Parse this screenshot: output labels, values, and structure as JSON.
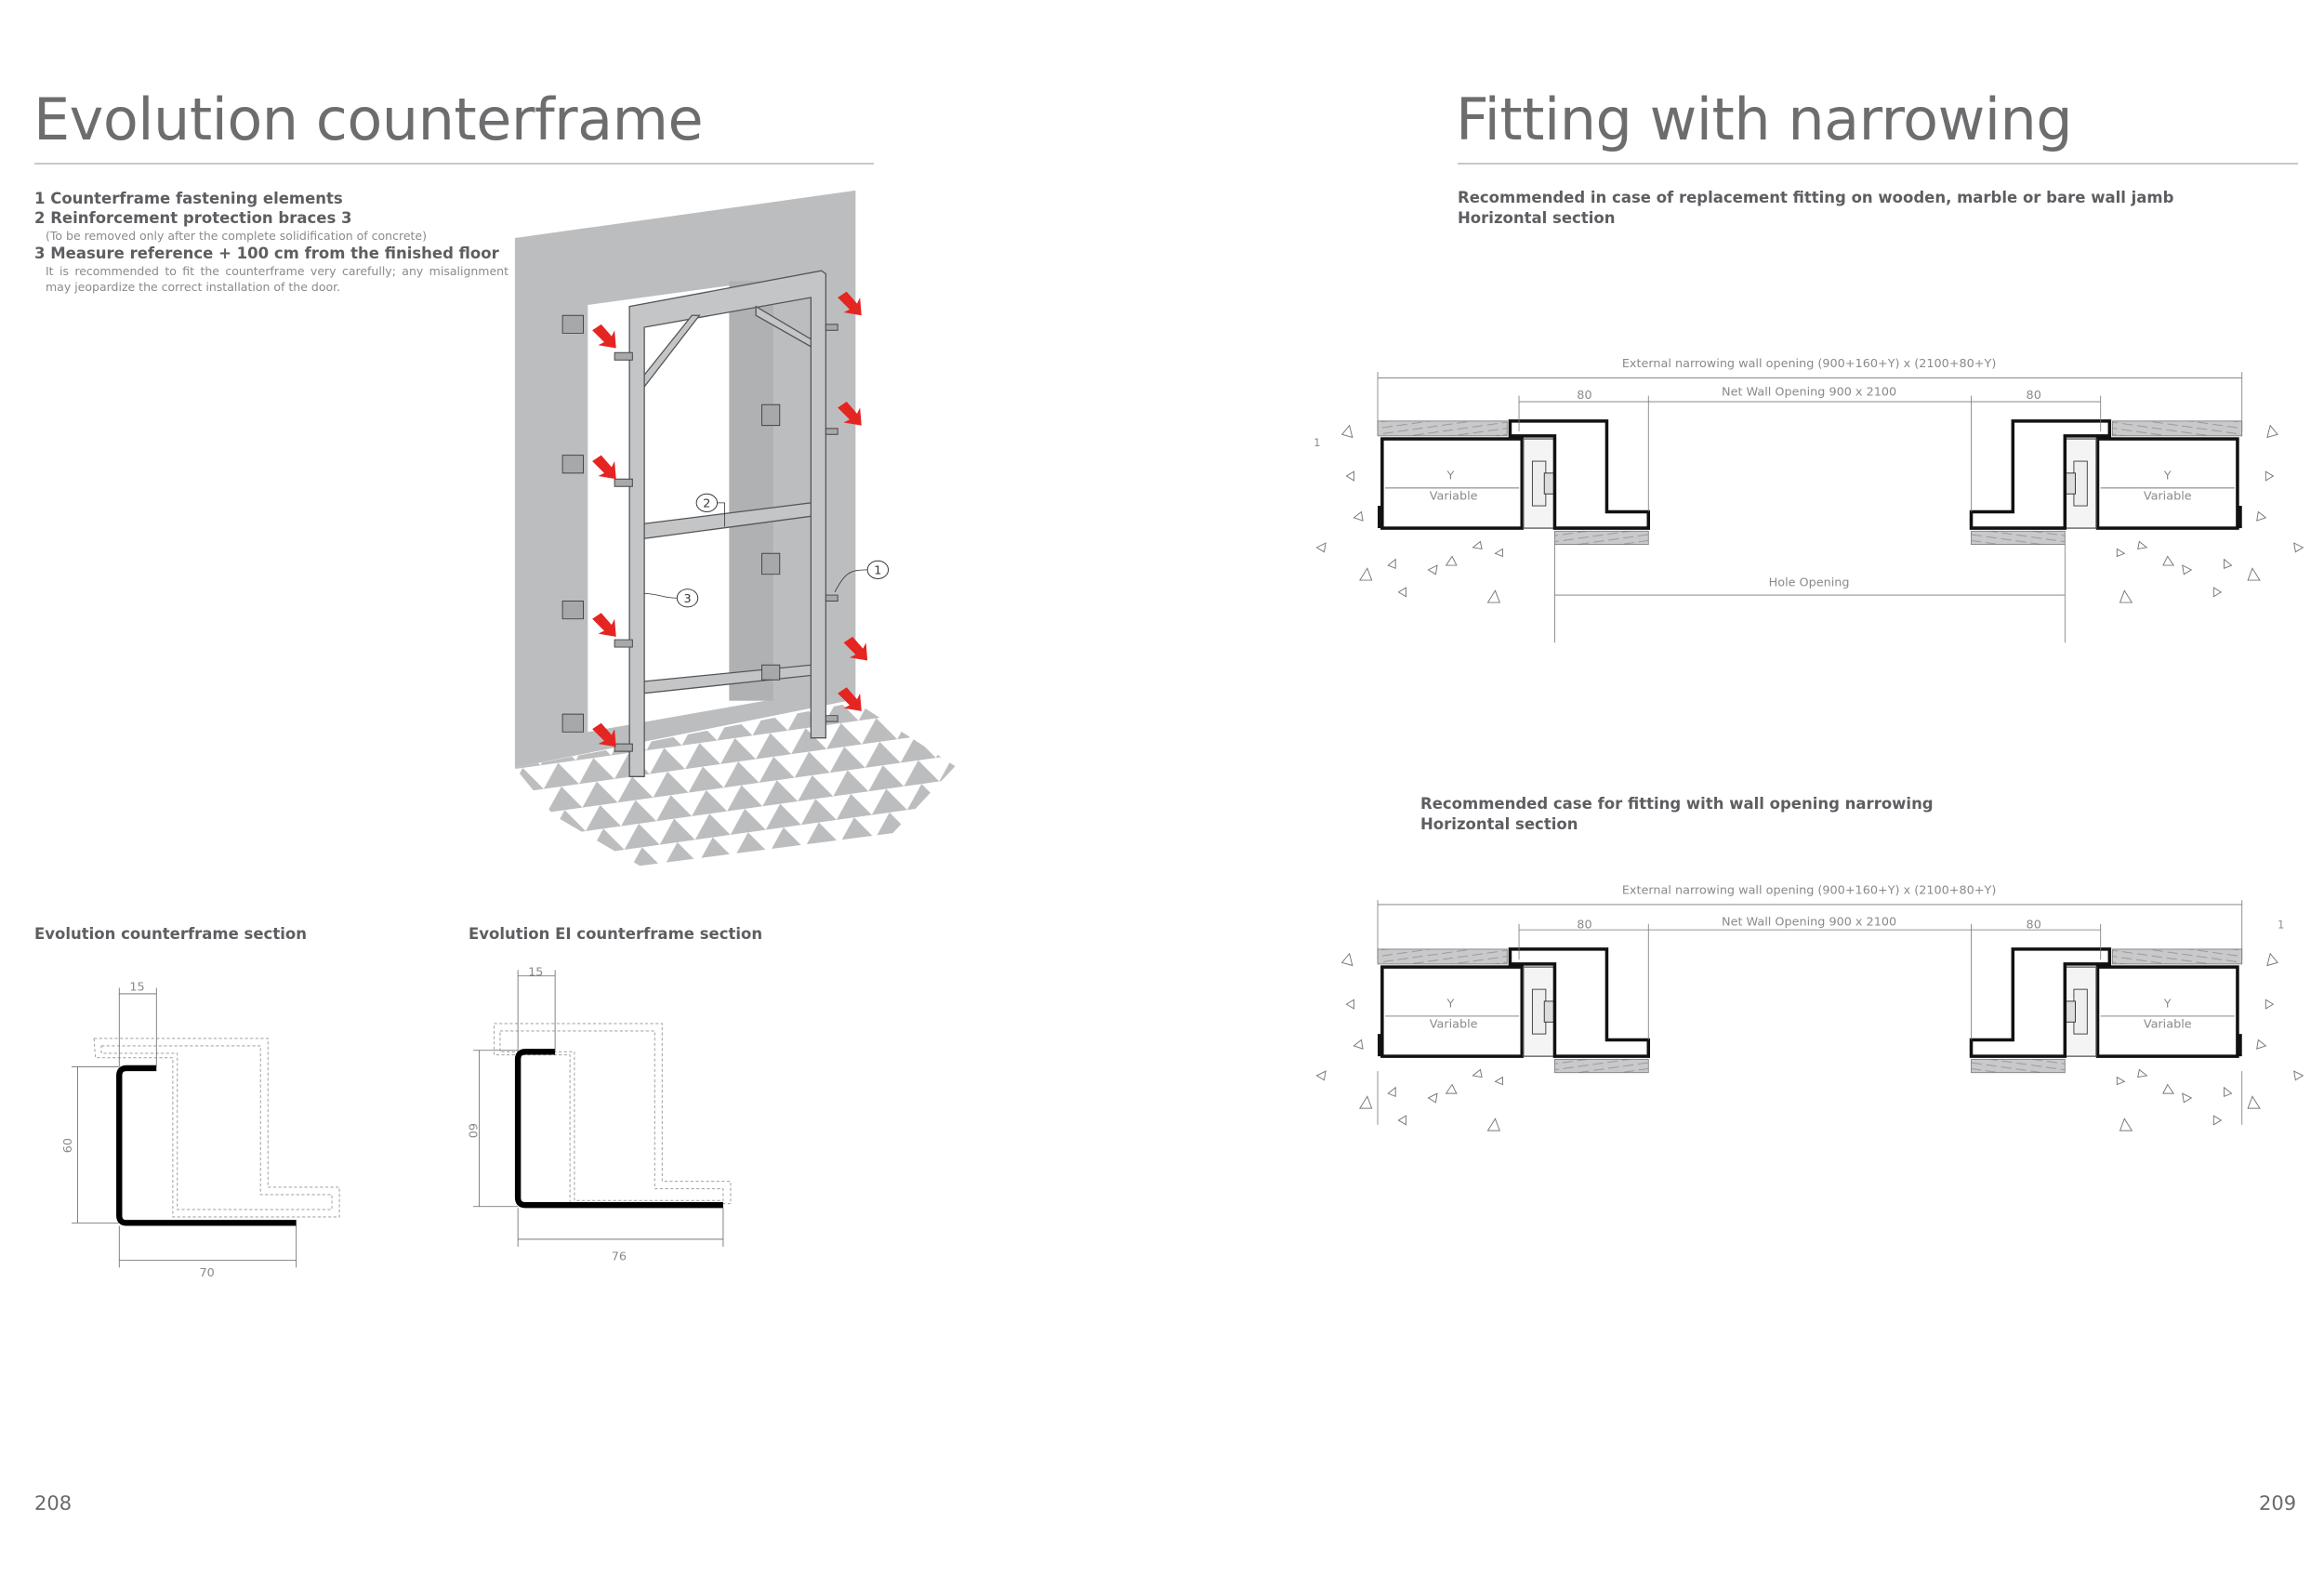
{
  "left_page": {
    "title": "Evolution counterframe",
    "notes": [
      {
        "heading": "1 Counterframe fastening elements"
      },
      {
        "heading": "2 Reinforcement protection braces 3",
        "detail": "(To be removed only after the complete solidification of concrete)"
      },
      {
        "heading": "3 Measure reference + 100 cm from the finished floor",
        "detail": "It is recommended to fit the counterframe very carefully; any misalignment may jeopardize the correct installation of the door."
      }
    ],
    "illustration_callouts": [
      "1",
      "2",
      "3"
    ],
    "sections": [
      {
        "title": "Evolution counterframe section",
        "dim_top": "15",
        "dim_height": "60",
        "dim_width": "70"
      },
      {
        "title": "Evolution EI counterframe section",
        "dim_top": "15",
        "dim_height": "60",
        "dim_width": "76"
      }
    ],
    "page_number": "208"
  },
  "right_page": {
    "title": "Fitting with narrowing",
    "drawing1": {
      "subtitle_1": "Recommended in case of replacement fitting on wooden, marble or bare wall jamb",
      "subtitle_2": "Horizontal section",
      "external": "External narrowing wall opening (900+160+Y) x (2100+80+Y)",
      "net": "Net Wall Opening 900 x 2100",
      "side": "80",
      "y": "Y",
      "variable": "Variable",
      "hole": "Hole Opening",
      "marker": "1"
    },
    "drawing2": {
      "subtitle_1": "Recommended case for fitting with wall opening narrowing",
      "subtitle_2": "Horizontal section",
      "external": "External narrowing wall opening (900+160+Y) x (2100+80+Y)",
      "net": "Net Wall Opening 900 x 2100",
      "side": "80",
      "y": "Y",
      "variable": "Variable",
      "marker": "1"
    },
    "page_number": "209"
  },
  "colors": {
    "arrow": "#e52521",
    "wall": "#bcbdbf",
    "text": "#6b6b6d"
  }
}
